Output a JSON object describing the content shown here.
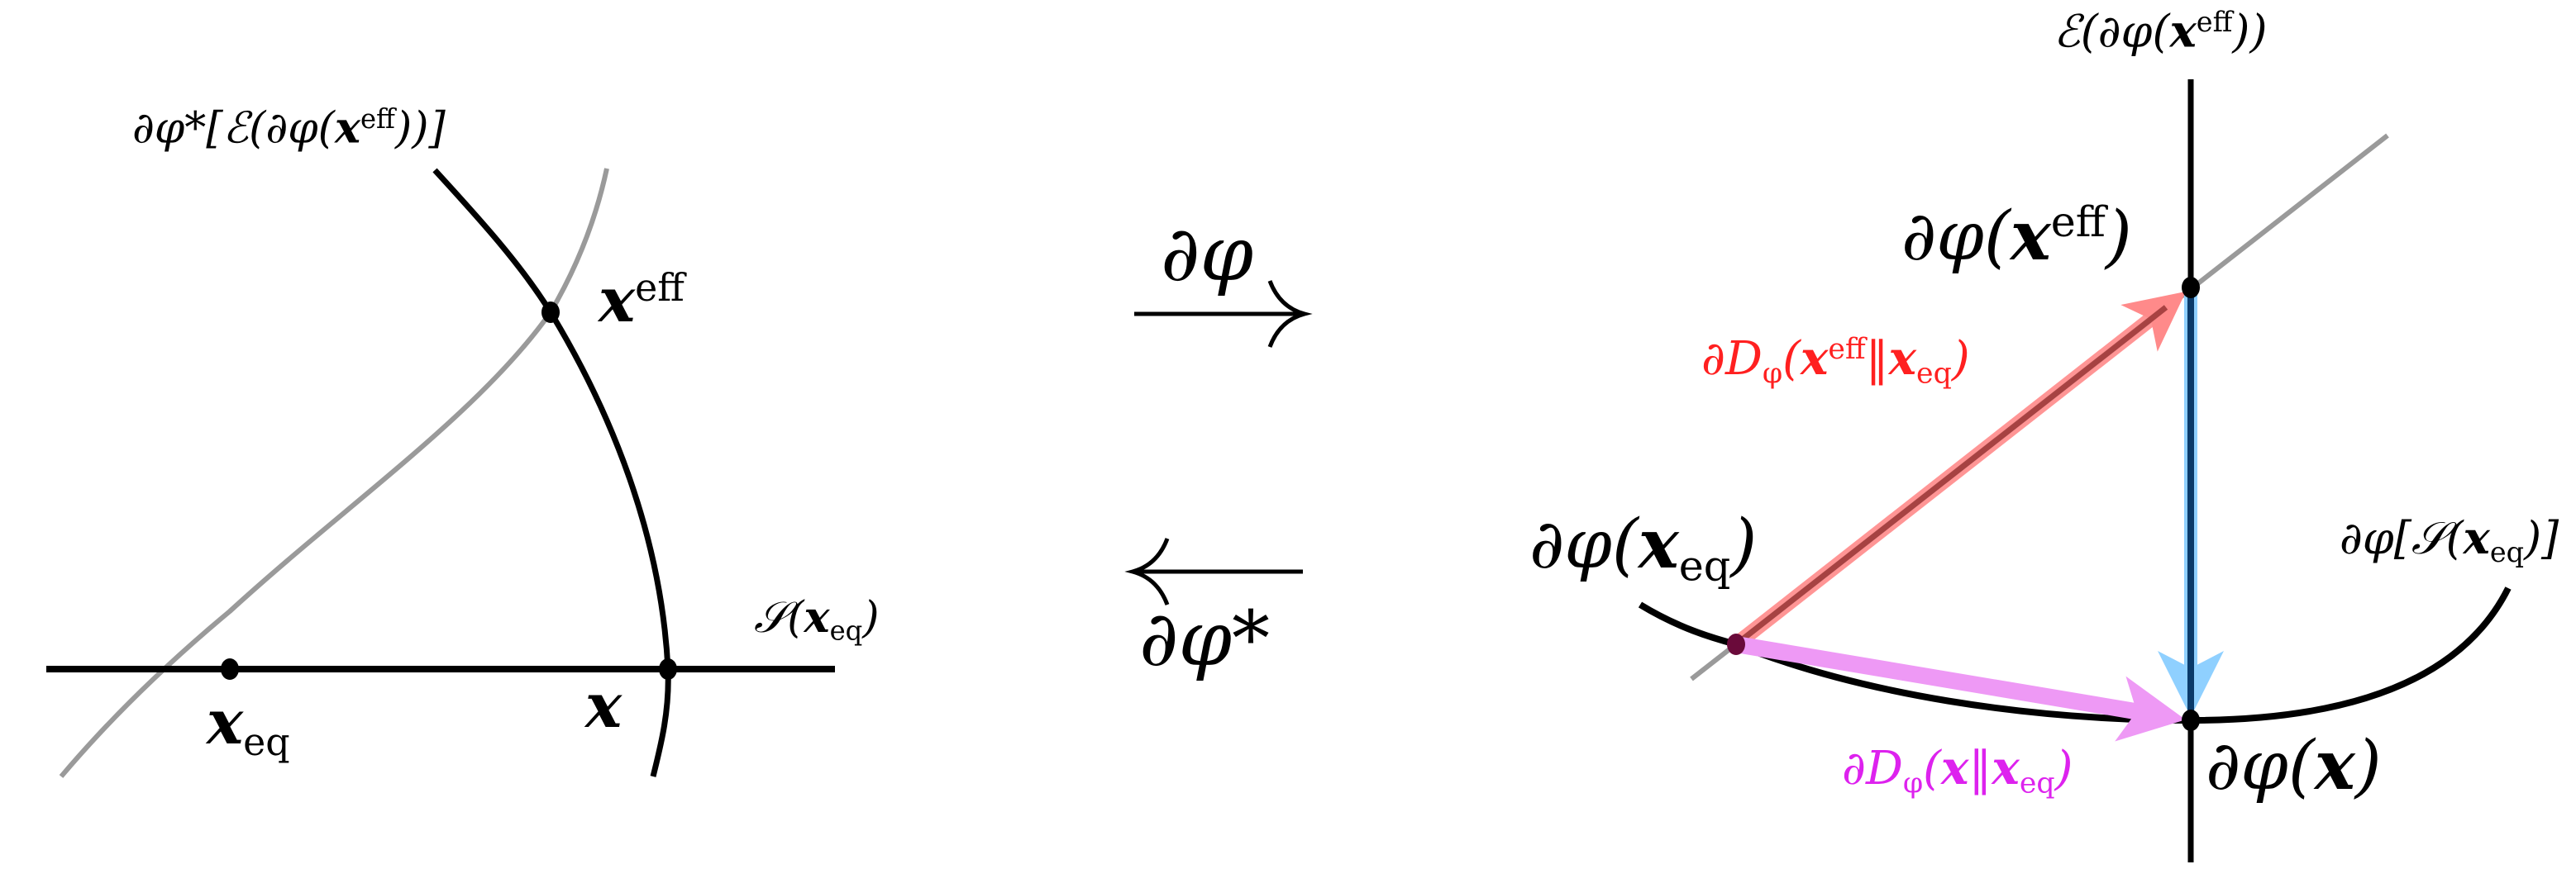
{
  "left_panel": {
    "top_label": "∂φ*[ℰ(∂φ(x^eff))]",
    "top_label_parts": {
      "pre": "∂φ*[ℰ(∂φ(",
      "var": "x",
      "sup": "eff",
      "post": "))]"
    },
    "xeff_label": {
      "var": "x",
      "sup": "eff"
    },
    "xeq_label": {
      "var": "x",
      "sub": "eq"
    },
    "x_label": {
      "var": "x"
    },
    "surface_label": {
      "pre": "𝒮(",
      "var": "x",
      "sub": "eq",
      "post": ")"
    }
  },
  "middle": {
    "forward_map": {
      "label": "∂φ",
      "arrow": "→"
    },
    "inverse_map": {
      "label": "∂φ*",
      "arrow": "←"
    }
  },
  "right_panel": {
    "top_label": {
      "pre": "ℰ(∂φ(",
      "var": "x",
      "sup": "eff",
      "post": "))"
    },
    "grad_xeff_label": {
      "pre": "∂φ(",
      "var": "x",
      "sup": "eff",
      "post": ")"
    },
    "grad_xeq_label": {
      "pre": "∂φ(",
      "var": "x",
      "sub": "eq",
      "post": ")"
    },
    "grad_x_label": {
      "pre": "∂φ(",
      "var": "x",
      "post": ")"
    },
    "surface_image_label": {
      "pre": "∂φ[𝒮(",
      "var": "x",
      "sub": "eq",
      "post": ")]"
    },
    "red_arrow_label": {
      "pre": "∂D",
      "sub_phi": "φ",
      "open": "(",
      "var1": "x",
      "sup1": "eff",
      "sep": "‖",
      "var2": "x",
      "sub2": "eq",
      "close": ")"
    },
    "magenta_arrow_label": {
      "pre": "∂D",
      "sub_phi": "φ",
      "open": "(",
      "var1": "x",
      "sep": "‖",
      "var2": "x",
      "sub2": "eq",
      "close": ")"
    }
  },
  "colors": {
    "curve_black": "#000000",
    "curve_gray": "#9a9a9a",
    "red_arrow": "#ff8a8a",
    "red_arrow_core": "#8b2a2a",
    "red_label": "#ff2020",
    "magenta_arrow": "#ee99f5",
    "magenta_label": "#dd22ee",
    "blue_arrow_outer": "#8fd0ff",
    "blue_arrow_core": "#0a3a6a"
  }
}
